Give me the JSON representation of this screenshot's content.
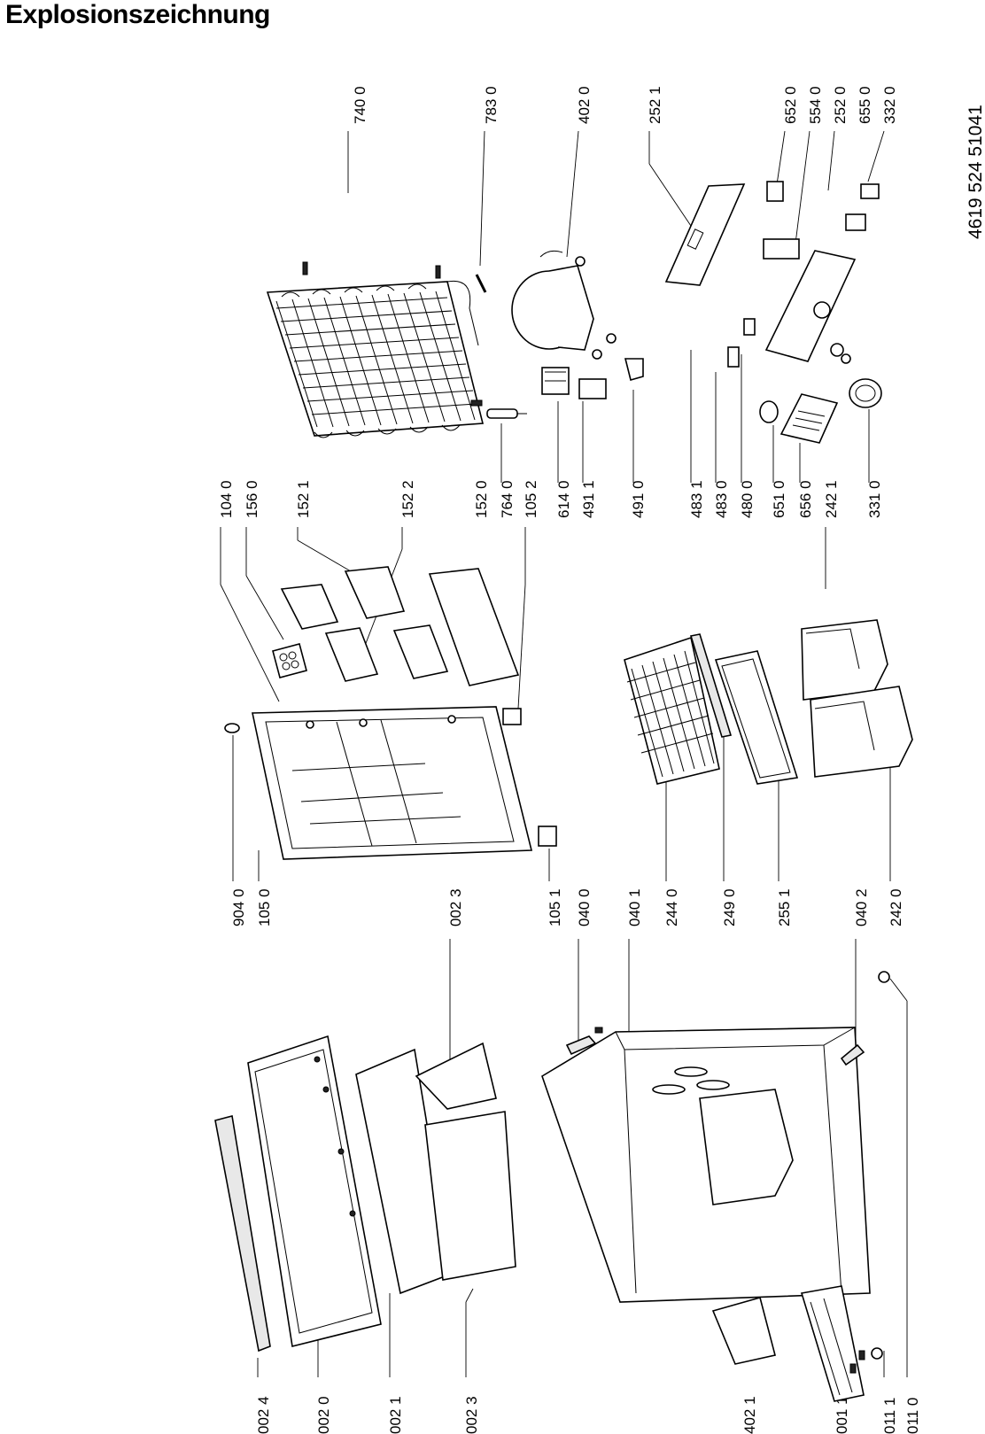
{
  "title": "Explosionszeichnung",
  "doc_number": "4619 524 51041",
  "labels": {
    "l7400": "740 0",
    "l7830": "783 0",
    "l4020": "402 0",
    "l2521": "252 1",
    "l6520": "652 0",
    "l5540": "554 0",
    "l2520": "252 0",
    "l6550": "655 0",
    "l3320": "332 0",
    "l1040": "104 0",
    "l1560": "156 0",
    "l1521": "152 1",
    "l1522": "152 2",
    "l1520": "152 0",
    "l7640": "764 0",
    "l1052": "105 2",
    "l6140": "614 0",
    "l4911": "491 1",
    "l4910": "491 0",
    "l4831": "483 1",
    "l4830": "483 0",
    "l4800": "480 0",
    "l6510": "651 0",
    "l6560": "656 0",
    "l2421": "242 1",
    "l3310": "331 0",
    "l9040": "904 0",
    "l1050": "105 0",
    "l0023a": "002 3",
    "l1051": "105 1",
    "l0400": "040 0",
    "l0401": "040 1",
    "l2440": "244 0",
    "l2490": "249 0",
    "l2551": "255 1",
    "l0402": "040 2",
    "l2420": "242 0",
    "l0024": "002 4",
    "l0020": "002 0",
    "l0021": "002 1",
    "l0023b": "002 3",
    "l4021": "402 1",
    "l0011": "001 1",
    "l0111": "011 1",
    "l0110": "011 0"
  }
}
